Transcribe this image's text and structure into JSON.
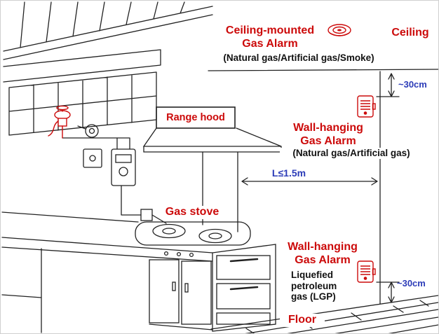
{
  "labels": {
    "ceiling_alarm_title": "Ceiling-mounted\nGas Alarm",
    "ceiling_alarm_subtitle": "(Natural gas/Artificial gas/Smoke)",
    "ceiling": "Ceiling",
    "top_clearance": "~30cm",
    "range_hood": "Range hood",
    "wall_alarm_gas_title": "Wall-hanging\nGas Alarm",
    "wall_alarm_gas_subtitle": "(Natural gas/Artificial gas)",
    "stove_distance": "L≤1.5m",
    "gas_stove": "Gas stove",
    "wall_alarm_lpg_title": "Wall-hanging\nGas Alarm",
    "wall_alarm_lpg_subtitle": "Liquefied\npetroleum\ngas (LGP)",
    "bottom_clearance": "~30cm",
    "floor": "Floor"
  },
  "icons": {
    "ceiling_alarm_icon": "ceiling-gas-alarm",
    "wall_alarm_top_icon": "wall-gas-alarm",
    "wall_alarm_bottom_icon": "wall-lpg-alarm",
    "gas_valve_icon": "red-gas-valve",
    "gas_meter_icon": "gas-meter"
  },
  "colors": {
    "alarm_red": "#cc0a0a",
    "measure_blue": "#2c3cb8",
    "line_ink": "#222222"
  }
}
